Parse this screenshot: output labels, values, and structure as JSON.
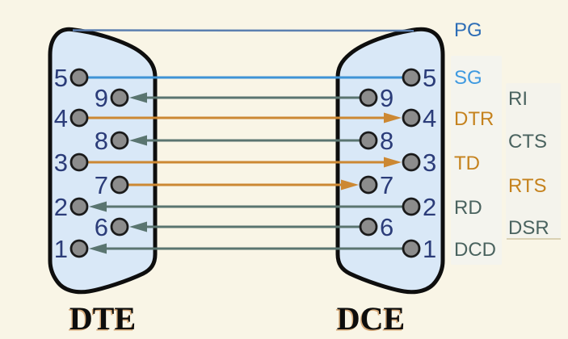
{
  "page": {
    "background": "#f9f5e6"
  },
  "connectors": {
    "dte": {
      "label": "DTE",
      "fill": "#d9e8f7",
      "pins": [
        {
          "number": "5"
        },
        {
          "number": "9"
        },
        {
          "number": "4"
        },
        {
          "number": "8"
        },
        {
          "number": "3"
        },
        {
          "number": "7"
        },
        {
          "number": "2"
        },
        {
          "number": "6"
        },
        {
          "number": "1"
        }
      ]
    },
    "dce": {
      "label": "DCE",
      "fill": "#d9e8f7",
      "pins": [
        {
          "number": "5"
        },
        {
          "number": "9"
        },
        {
          "number": "4"
        },
        {
          "number": "8"
        },
        {
          "number": "3"
        },
        {
          "number": "7"
        },
        {
          "number": "2"
        },
        {
          "number": "6"
        },
        {
          "number": "1"
        }
      ]
    }
  },
  "pin_style": {
    "fill": "#8c8c8c",
    "number_color": "#2b3c79"
  },
  "signals": [
    {
      "abbr": "PG",
      "label_color": "#2d6db6",
      "wire_color": "#5b7fb0",
      "dte_pin": "shell",
      "dce_pin": "shell",
      "direction": "none"
    },
    {
      "abbr": "SG",
      "label_color": "#3f9ae0",
      "wire_color": "#3f93d6",
      "dte_pin": "5",
      "dce_pin": "5",
      "direction": "none"
    },
    {
      "abbr": "RI",
      "label_color": "#4a635f",
      "wire_color": "#5a7570",
      "dte_pin": "9",
      "dce_pin": "9",
      "direction": "dce_to_dte"
    },
    {
      "abbr": "DTR",
      "label_color": "#c5821d",
      "wire_color": "#cc8833",
      "dte_pin": "4",
      "dce_pin": "4",
      "direction": "dte_to_dce"
    },
    {
      "abbr": "CTS",
      "label_color": "#4a635f",
      "wire_color": "#5a7570",
      "dte_pin": "8",
      "dce_pin": "8",
      "direction": "dce_to_dte"
    },
    {
      "abbr": "TD",
      "label_color": "#c5821d",
      "wire_color": "#cc8833",
      "dte_pin": "3",
      "dce_pin": "3",
      "direction": "dte_to_dce"
    },
    {
      "abbr": "RTS",
      "label_color": "#c5821d",
      "wire_color": "#cc8833",
      "dte_pin": "7",
      "dce_pin": "7",
      "direction": "dte_to_dce"
    },
    {
      "abbr": "RD",
      "label_color": "#4a635f",
      "wire_color": "#5a7570",
      "dte_pin": "2",
      "dce_pin": "2",
      "direction": "dce_to_dte"
    },
    {
      "abbr": "DSR",
      "label_color": "#4a635f",
      "wire_color": "#5a7570",
      "dte_pin": "6",
      "dce_pin": "6",
      "direction": "dce_to_dte"
    },
    {
      "abbr": "DCD",
      "label_color": "#4a635f",
      "wire_color": "#5a7570",
      "dte_pin": "1",
      "dce_pin": "1",
      "direction": "dce_to_dte"
    }
  ]
}
